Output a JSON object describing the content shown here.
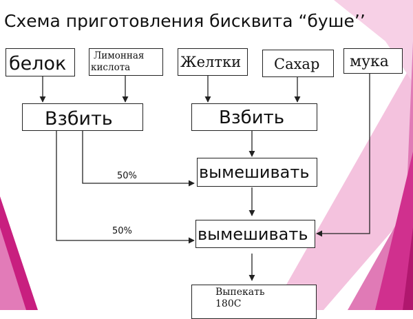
{
  "title": "Схема приготовления бисквита “буше’’",
  "nodes": {
    "belok": "белок",
    "limon_line1": "Лимонная",
    "limon_line2": "кислота",
    "zheltki": "Желтки",
    "sahar": "Сахар",
    "muka": "мука",
    "vzbit_left": "Взбить",
    "vzbit_right": "Взбить",
    "vymeshivat_1": "вымешивать",
    "vymeshivat_2": "вымешивать",
    "vypekat_line1": "Выпекать",
    "vypekat_line2": "180С"
  },
  "edges": {
    "pct_upper": "50%",
    "pct_lower": "50%"
  },
  "colors": {
    "magenta_dark": "#b0176e",
    "magenta": "#d0308e",
    "pink_light": "#f2b4d6",
    "pink_mid": "#e07ab6",
    "line": "#222222"
  }
}
